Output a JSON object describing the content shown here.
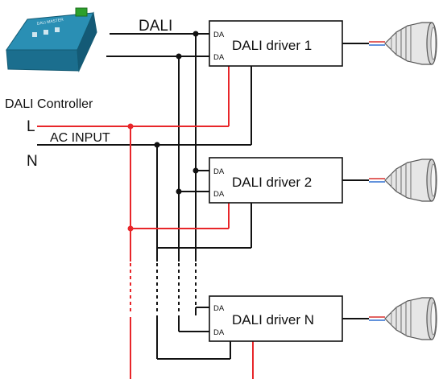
{
  "controller": {
    "label": "DALI Controller",
    "device_text": "DALI MASTER",
    "device_color": "#1f7fa3"
  },
  "bus_label": "DALI",
  "live_label": "L",
  "neutral_label": "N",
  "ac_input_label": "AC INPUT",
  "drivers": [
    {
      "name": "DALI driver 1",
      "pin_top": "DA",
      "pin_bottom": "DA"
    },
    {
      "name": "DALI driver 2",
      "pin_top": "DA",
      "pin_bottom": "DA"
    },
    {
      "name": "DALI driver N",
      "pin_top": "DA",
      "pin_bottom": "DA"
    }
  ],
  "colors": {
    "live_wire": "#e8262a",
    "bus_wire": "#111111",
    "lamp_cable_red": "#d9302f",
    "lamp_cable_blue": "#2f6fd0"
  }
}
